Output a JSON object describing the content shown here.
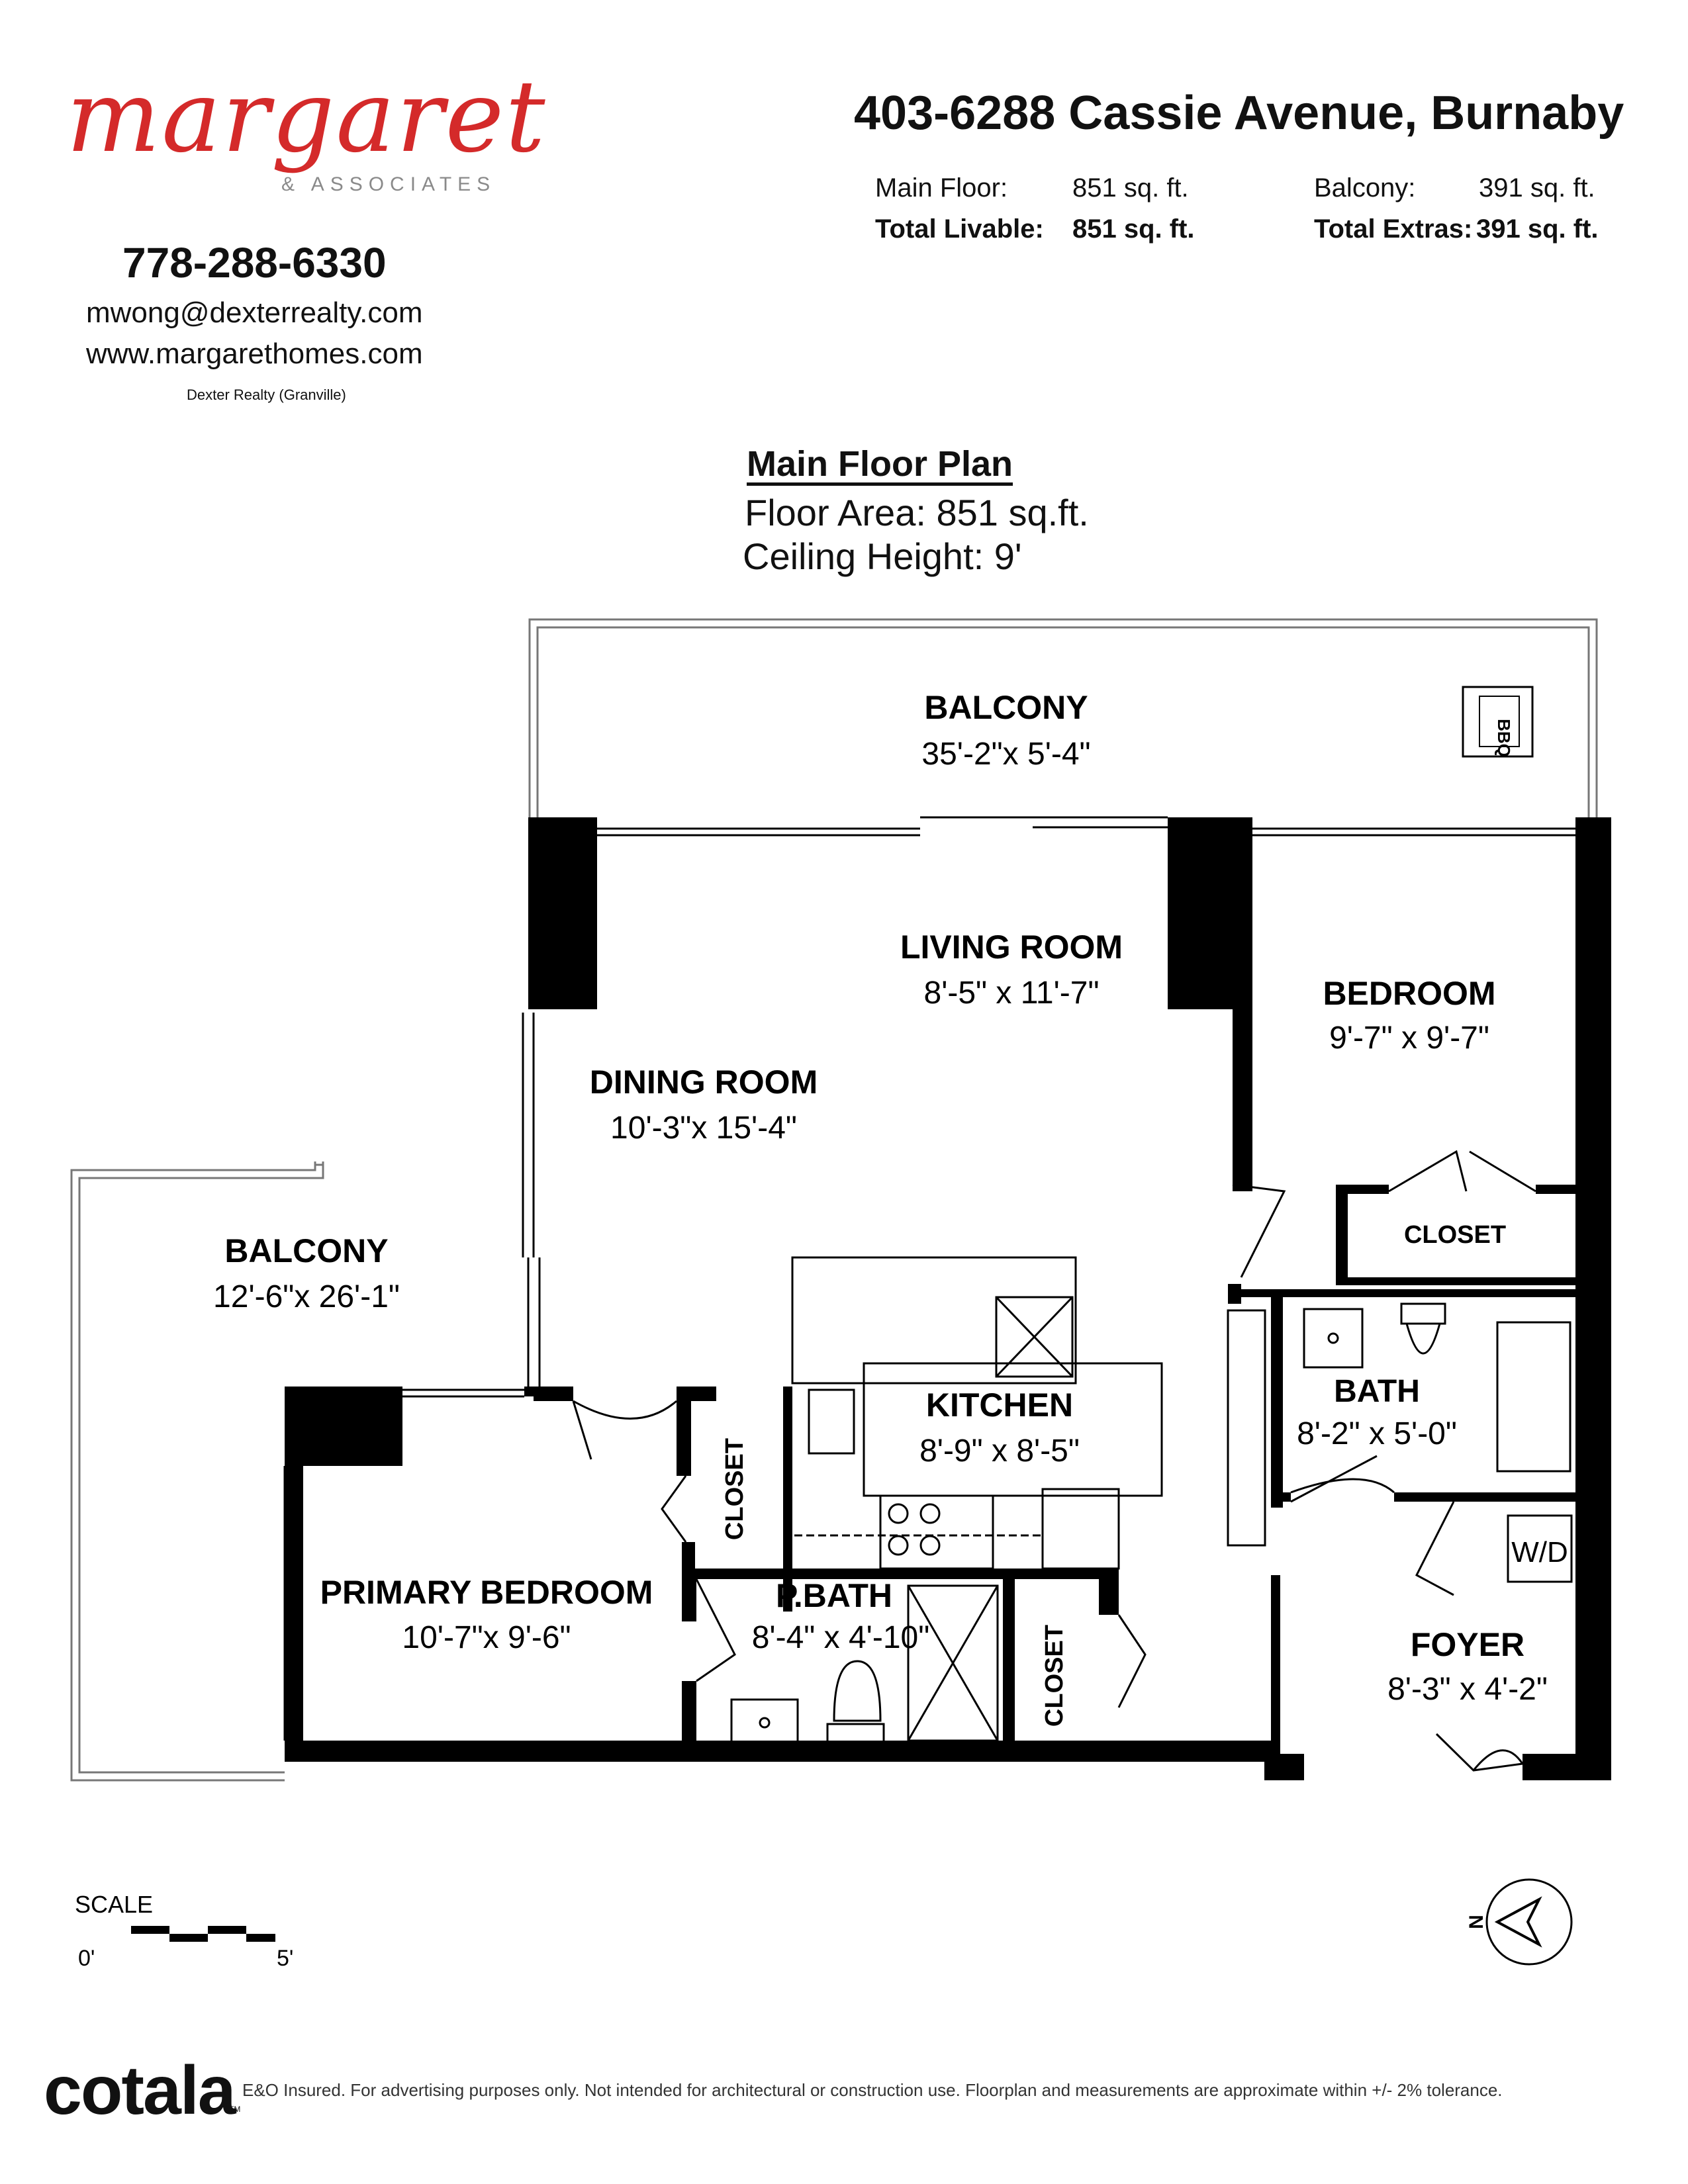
{
  "branding": {
    "logo_name": "margaret",
    "logo_tagline": "& ASSOCIATES",
    "phone": "778-288-6330",
    "email": "mwong@dexterrealty.com",
    "website": "www.margarethomes.com",
    "brokerage": "Dexter Realty (Granville)",
    "brand_color": "#d42a2a"
  },
  "property": {
    "address": "403-6288 Cassie Avenue, Burnaby",
    "stats": {
      "main_floor_label": "Main Floor:",
      "main_floor_value": "851 sq. ft.",
      "balcony_label": "Balcony:",
      "balcony_value": "391 sq. ft.",
      "total_livable_label": "Total Livable:",
      "total_livable_value": "851 sq. ft.",
      "total_extras_label": "Total Extras:",
      "total_extras_value": "391 sq. ft."
    }
  },
  "plan": {
    "title": "Main Floor Plan",
    "floor_area": "Floor Area: 851 sq.ft.",
    "ceiling_height": "Ceiling Height: 9'"
  },
  "rooms": {
    "balcony_top": {
      "name": "BALCONY",
      "dims": "35'-2\"x 5'-4\""
    },
    "balcony_left": {
      "name": "BALCONY",
      "dims": "12'-6\"x 26'-1\""
    },
    "living": {
      "name": "LIVING ROOM",
      "dims": "8'-5\" x 11'-7\""
    },
    "dining": {
      "name": "DINING ROOM",
      "dims": "10'-3\"x 15'-4\""
    },
    "bedroom": {
      "name": "BEDROOM",
      "dims": "9'-7\" x 9'-7\""
    },
    "kitchen": {
      "name": "KITCHEN",
      "dims": "8'-9\" x 8'-5\""
    },
    "bath": {
      "name": "BATH",
      "dims": "8'-2\" x 5'-0\""
    },
    "primary_bedroom": {
      "name": "PRIMARY BEDROOM",
      "dims": "10'-7\"x 9'-6\""
    },
    "pbath": {
      "name": "P.BATH",
      "dims": "8'-4\" x 4'-10\""
    },
    "foyer": {
      "name": "FOYER",
      "dims": "8'-3\" x 4'-2\""
    },
    "closet_bedroom": "CLOSET",
    "closet_kitchen": "CLOSET",
    "closet_pbath": "CLOSET",
    "wd": "W/D",
    "bbq": "BBQ"
  },
  "scale": {
    "label": "SCALE",
    "start": "0'",
    "end": "5'"
  },
  "compass": {
    "north": "N"
  },
  "footer": {
    "logo": "cotala",
    "tm": "TM",
    "disclaimer": "E&O Insured. For advertising purposes only. Not intended for architectural or construction use. Floorplan and measurements are approximate within +/- 2% tolerance."
  }
}
